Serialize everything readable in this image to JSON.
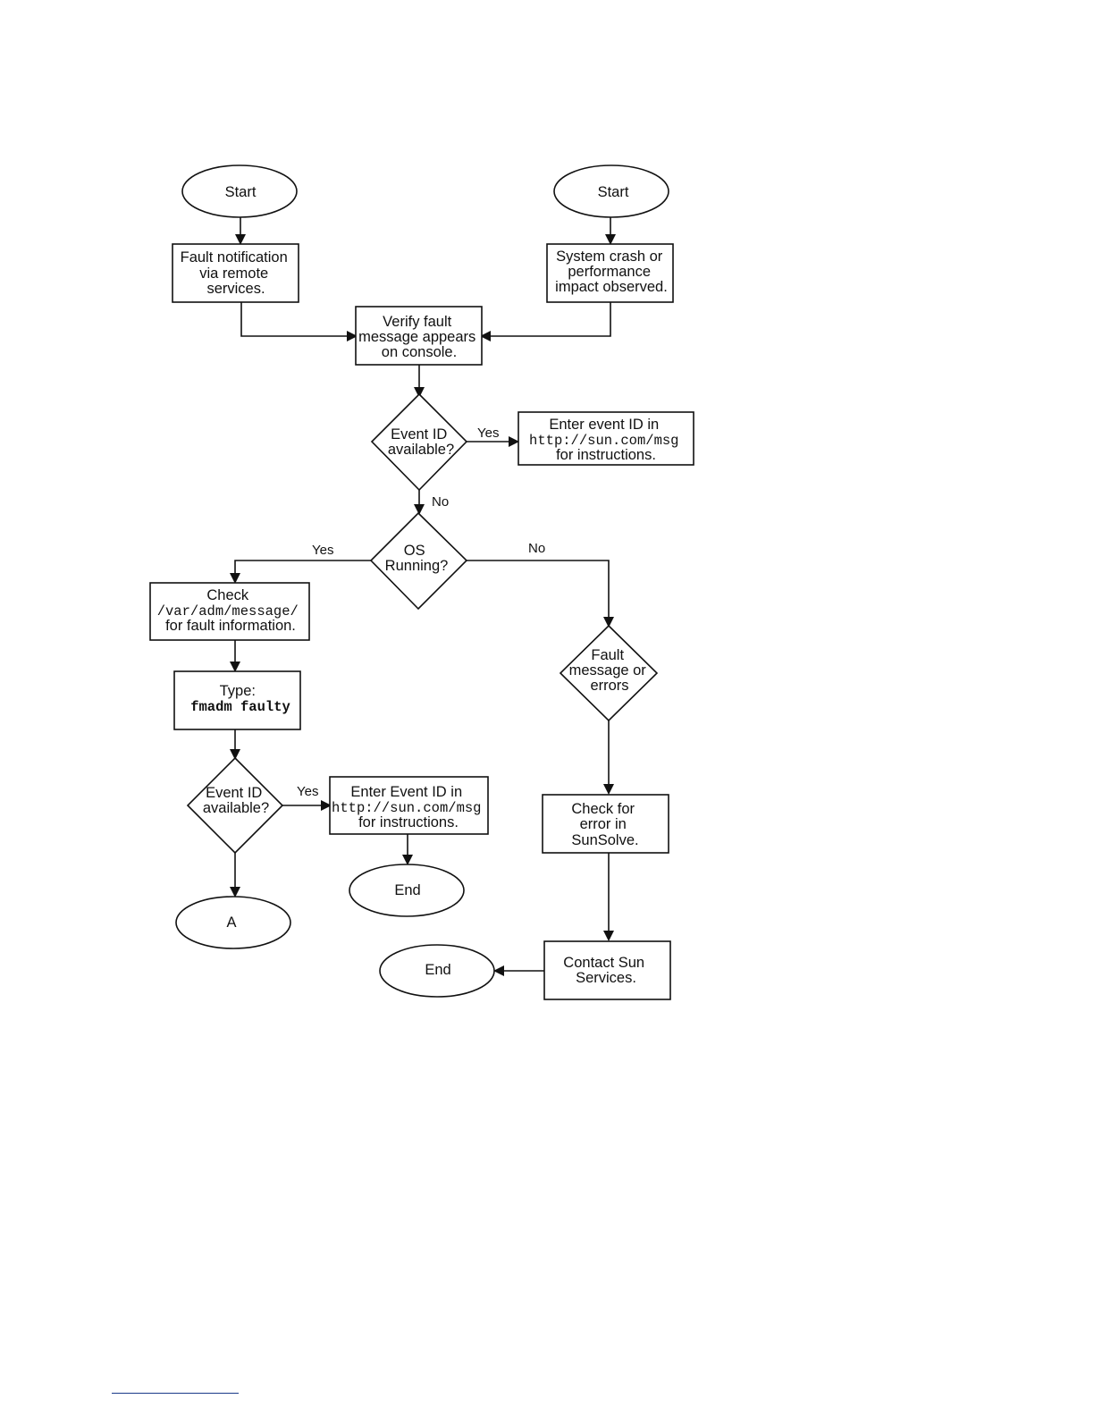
{
  "nodes": {
    "start_left": "Start",
    "start_right": "Start",
    "fault_notification": [
      "Fault notification",
      "via remote",
      "services."
    ],
    "system_crash": [
      "System crash or",
      "performance",
      "impact observed."
    ],
    "verify_fault": [
      "Verify fault",
      "message appears",
      "on console."
    ],
    "event_id_decision_1": [
      "Event ID",
      "available?"
    ],
    "enter_event_id_1": [
      "Enter event ID in",
      "http://sun.com/msg",
      "for instructions."
    ],
    "os_running": [
      "OS",
      "Running?"
    ],
    "check_var_adm": [
      "Check",
      "/var/adm/message/",
      "for fault information."
    ],
    "type_fmadm": [
      "Type:",
      "fmadm faulty"
    ],
    "event_id_decision_2": [
      "Event ID",
      "available?"
    ],
    "enter_event_id_2": [
      "Enter Event ID in",
      "http://sun.com/msg",
      "for instructions."
    ],
    "end_middle": "End",
    "terminal_a": "A",
    "fault_message_errors": [
      "Fault",
      "message or",
      "errors"
    ],
    "check_sunsolve": [
      "Check for",
      "error in",
      "SunSolve."
    ],
    "contact_sun": [
      "Contact Sun",
      "Services."
    ],
    "end_bottom": "End"
  },
  "edge_labels": {
    "event1_yes": "Yes",
    "event1_no": "No",
    "os_yes": "Yes",
    "os_no": "No",
    "event2_yes": "Yes"
  },
  "colors": {
    "line": "#111111",
    "footer_rule": "#1a3a8a"
  }
}
